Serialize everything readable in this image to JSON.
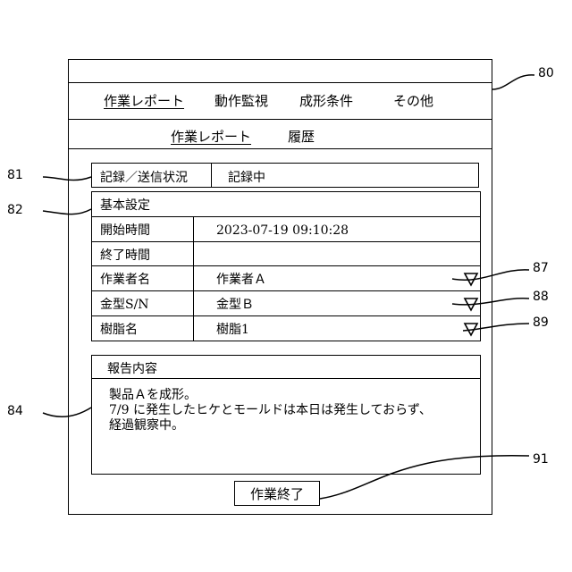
{
  "menu": {
    "tabs": [
      {
        "label": "作業レポート",
        "active": true
      },
      {
        "label": "動作監視",
        "active": false
      },
      {
        "label": "成形条件",
        "active": false
      },
      {
        "label": "その他",
        "active": false
      }
    ]
  },
  "submenu": {
    "tabs": [
      {
        "label": "作業レポート",
        "active": true
      },
      {
        "label": "履歴",
        "active": false
      }
    ]
  },
  "status": {
    "label": "記録／送信状況",
    "value": "記録中"
  },
  "basic_settings": {
    "title": "基本設定",
    "rows": [
      {
        "label": "開始時間",
        "value": "2023-07-19 09:10:28"
      },
      {
        "label": "終了時間",
        "value": ""
      },
      {
        "label": "作業者名",
        "value": "作業者Ａ"
      },
      {
        "label": "金型S/N",
        "value": "金型Ｂ"
      },
      {
        "label": "樹脂名",
        "value": "樹脂1"
      }
    ]
  },
  "report": {
    "title": "報告内容",
    "lines": [
      "製品Ａを成形。",
      "7/9 に発生したヒケとモールドは本日は発生しておらず、",
      "経過観察中。"
    ]
  },
  "end_button": {
    "label": "作業終了"
  },
  "reference_numerals": {
    "n80": "80",
    "n81": "81",
    "n82": "82",
    "n84": "84",
    "n87": "87",
    "n88": "88",
    "n89": "89",
    "n91": "91"
  },
  "icons": {
    "dropdown": "triangle-down-icon"
  }
}
